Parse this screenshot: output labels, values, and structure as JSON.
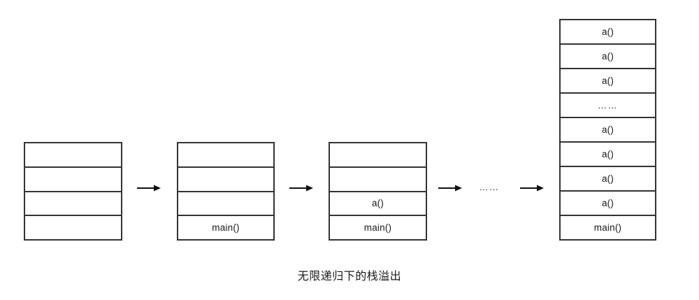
{
  "diagram": {
    "caption": "无限递归下的栈溢出",
    "flow_ellipsis": "……",
    "colors": {
      "background": "#ffffff",
      "border": "#333333",
      "text": "#1a1a1a"
    },
    "stacks": [
      {
        "name": "initial-empty-stack",
        "cells": [
          "",
          "",
          "",
          ""
        ]
      },
      {
        "name": "stack-with-main",
        "cells": [
          "",
          "",
          "",
          "main()"
        ]
      },
      {
        "name": "stack-with-main-and-a",
        "cells": [
          "",
          "",
          "a()",
          "main()"
        ]
      },
      {
        "name": "overflowing-stack",
        "cells": [
          "a()",
          "a()",
          "a()",
          "……",
          "a()",
          "a()",
          "a()",
          "a()",
          "main()"
        ]
      }
    ],
    "arrows": [
      {
        "name": "arrow-1"
      },
      {
        "name": "arrow-2"
      },
      {
        "name": "arrow-3"
      },
      {
        "name": "arrow-4"
      }
    ]
  }
}
